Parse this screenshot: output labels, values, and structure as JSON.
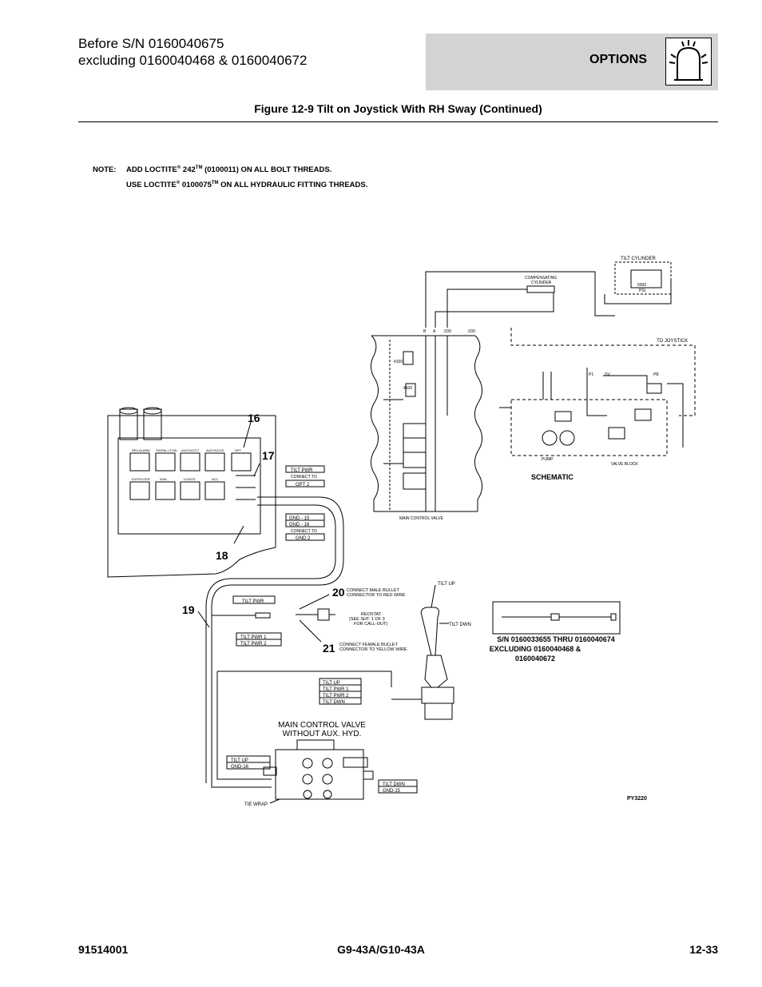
{
  "header": {
    "line1": "Before S/N 0160040675",
    "line2": "excluding 0160040468 & 0160040672",
    "section": "OPTIONS",
    "section_icon": "beacon-light-icon"
  },
  "figure_title": "Figure 12-9 Tilt on Joystick With RH Sway (Continued)",
  "note": {
    "label": "NOTE:",
    "line1_a": "ADD LOCTITE",
    "line1_reg": "®",
    "line1_b": " 242",
    "line1_tm": "TM",
    "line1_c": " (0100011) ON ALL BOLT THREADS.",
    "line2_a": "USE LOCTITE",
    "line2_reg": "®",
    "line2_b": " 0100075",
    "line2_tm": "TM",
    "line2_c": " ON ALL HYDRAULIC FITTING THREADS."
  },
  "diagram": {
    "schematic": {
      "tilt_cylinder": "TILT CYLINDER",
      "compensating_1": "COMPENSATING",
      "compensating_2": "CYLINDER",
      "psi_5000": "5000",
      "psi": "PSI",
      "to_joystick": "TO JOYSTICK",
      "psi_4100a": "4100",
      "psi_4100b": "4100",
      "port_b": "B",
      "port_a": "A",
      "orifice1": ".039",
      "orifice2": ".039",
      "main_control_valve": "MAIN CONTROL VALVE",
      "pump": "PUMP",
      "valve_block": "VALVE BLOCK",
      "label": "SCHEMATIC",
      "p1": "P1",
      "sv": "SV",
      "pb": "PB"
    },
    "panel": {
      "relay_labels": [
        "REV.ALARM",
        "ROPAL.LT.ON",
        "AUX.ELECT",
        "AUX.ELECE",
        "OPT"
      ],
      "relay_labels_row2": [
        "EXP/FILTER",
        "W/W",
        "LIGHTS",
        "ACC"
      ],
      "callout_16": "16",
      "callout_17": "17",
      "callout_18": "18",
      "callout_19": "19",
      "callout_20": "20",
      "callout_21": "21"
    },
    "tags": {
      "tilt_pwr": "TILT PWR",
      "connect_to": "CONNECT TO",
      "opt_2": "OPT 2",
      "gnd_15": "GND - 15",
      "gnd_16": "GND - 16",
      "connect_to_2": "CONNECT TO",
      "gnd_2": "GND 2",
      "tilt_pwr_b": "TILT PWR",
      "tilt_pwr_1": "TILT PWR 1",
      "tilt_pwr_2": "TILT PWR 2",
      "tilt_up": "TILT UP",
      "tilt_pwr_1b": "TILT PWR 1",
      "tilt_pwr_2b": "TILT PWR 2",
      "tilt_dwn": "TILT DWN",
      "tilt_up_b": "TILT UP",
      "gnd_16b": "GND-16",
      "tilt_dwn_b": "TILT DWN",
      "gnd_15b": "GND-15"
    },
    "notes": {
      "c20_1": "CONNECT MALE BULLET",
      "c20_2": "CONNECTOR TO RED WIRE",
      "c21_1": "CONNECT FEMALE BULLET",
      "c21_2": "CONNECTOR TO YELLOW WIRE",
      "reostat": "REOSTAT",
      "see_sht_1": "(SEE SHT. 1 OF 3",
      "see_sht_2": "FOR CALL-OUT)",
      "joy_tilt_up": "TILT UP",
      "joy_tilt_dwn": "TILT DWN",
      "mcv_1": "MAIN CONTROL VALVE",
      "mcv_2": "WITHOUT AUX. HYD.",
      "tie_wrap": "TIE WRAP",
      "sn_1": "S/N 0160033655 THRU 0160040674",
      "sn_2": "EXCLUDING 0160040468 &",
      "sn_3": "0160040672",
      "py": "PY3220"
    }
  },
  "footer": {
    "left": "91514001",
    "center": "G9-43A/G10-43A",
    "right": "12-33"
  }
}
